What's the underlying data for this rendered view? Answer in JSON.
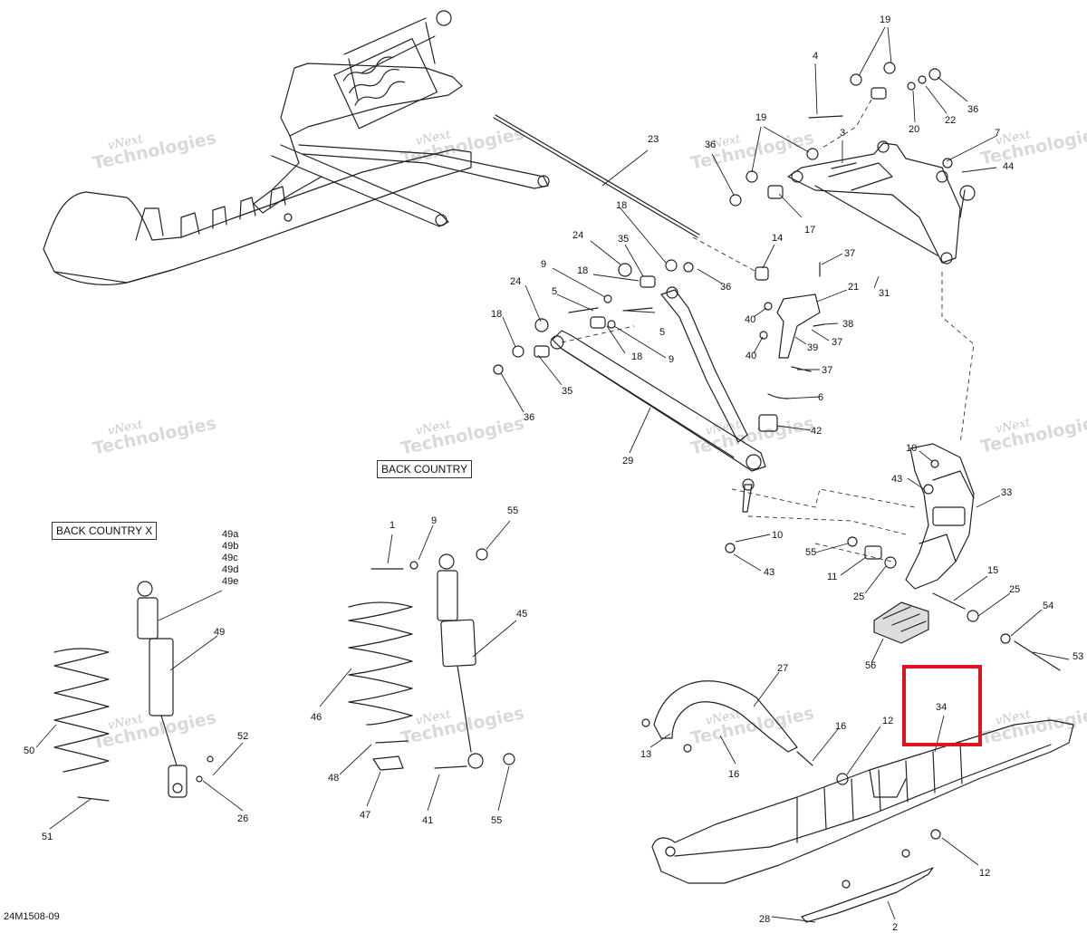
{
  "labels": {
    "back_country": "BACK COUNTRY",
    "back_country_x": "BACK COUNTRY X",
    "reference": "24M1508-09"
  },
  "watermark": {
    "line1": "vNext",
    "line2": "Technologies"
  },
  "highlight": {
    "part": "34",
    "color": "#e0141e"
  },
  "callouts": [
    {
      "id": "c19a",
      "text": "19"
    },
    {
      "id": "c4",
      "text": "4"
    },
    {
      "id": "c36a",
      "text": "36"
    },
    {
      "id": "c22",
      "text": "22"
    },
    {
      "id": "c20",
      "text": "20"
    },
    {
      "id": "c23",
      "text": "23"
    },
    {
      "id": "c19b",
      "text": "19"
    },
    {
      "id": "c3",
      "text": "3"
    },
    {
      "id": "c36b",
      "text": "36"
    },
    {
      "id": "c7",
      "text": "7"
    },
    {
      "id": "c44",
      "text": "44"
    },
    {
      "id": "c17",
      "text": "17"
    },
    {
      "id": "c18a",
      "text": "18"
    },
    {
      "id": "c24a",
      "text": "24"
    },
    {
      "id": "c35a",
      "text": "35"
    },
    {
      "id": "c9a",
      "text": "9"
    },
    {
      "id": "c18b",
      "text": "18"
    },
    {
      "id": "c36c",
      "text": "36"
    },
    {
      "id": "c14",
      "text": "14"
    },
    {
      "id": "c37a",
      "text": "37"
    },
    {
      "id": "c31",
      "text": "31"
    },
    {
      "id": "c24b",
      "text": "24"
    },
    {
      "id": "c5a",
      "text": "5"
    },
    {
      "id": "c21",
      "text": "21"
    },
    {
      "id": "c40a",
      "text": "40"
    },
    {
      "id": "c38",
      "text": "38"
    },
    {
      "id": "c18c",
      "text": "18"
    },
    {
      "id": "c5b",
      "text": "5"
    },
    {
      "id": "c39",
      "text": "39"
    },
    {
      "id": "c37b",
      "text": "37"
    },
    {
      "id": "c40b",
      "text": "40"
    },
    {
      "id": "c18d",
      "text": "18"
    },
    {
      "id": "c9b",
      "text": "9"
    },
    {
      "id": "c37c",
      "text": "37"
    },
    {
      "id": "c35b",
      "text": "35"
    },
    {
      "id": "c6",
      "text": "6"
    },
    {
      "id": "c36d",
      "text": "36"
    },
    {
      "id": "c42",
      "text": "42"
    },
    {
      "id": "c29",
      "text": "29"
    },
    {
      "id": "c10a",
      "text": "10"
    },
    {
      "id": "c43a",
      "text": "43"
    },
    {
      "id": "c33",
      "text": "33"
    },
    {
      "id": "c49a",
      "text": "49a"
    },
    {
      "id": "c49b",
      "text": "49b"
    },
    {
      "id": "c49c",
      "text": "49c"
    },
    {
      "id": "c49d",
      "text": "49d"
    },
    {
      "id": "c49e",
      "text": "49e"
    },
    {
      "id": "c1",
      "text": "1"
    },
    {
      "id": "c9c",
      "text": "9"
    },
    {
      "id": "c55a",
      "text": "55"
    },
    {
      "id": "c10b",
      "text": "10"
    },
    {
      "id": "c55b",
      "text": "55"
    },
    {
      "id": "c43b",
      "text": "43"
    },
    {
      "id": "c11",
      "text": "11"
    },
    {
      "id": "c15",
      "text": "15"
    },
    {
      "id": "c25a",
      "text": "25"
    },
    {
      "id": "c25b",
      "text": "25"
    },
    {
      "id": "c54",
      "text": "54"
    },
    {
      "id": "c53",
      "text": "53"
    },
    {
      "id": "c45",
      "text": "45"
    },
    {
      "id": "c49",
      "text": "49"
    },
    {
      "id": "c56",
      "text": "56"
    },
    {
      "id": "c27",
      "text": "27"
    },
    {
      "id": "c34",
      "text": "34"
    },
    {
      "id": "c46",
      "text": "46"
    },
    {
      "id": "c50",
      "text": "50"
    },
    {
      "id": "c52",
      "text": "52"
    },
    {
      "id": "c16a",
      "text": "16"
    },
    {
      "id": "c12a",
      "text": "12"
    },
    {
      "id": "c48",
      "text": "48"
    },
    {
      "id": "c13",
      "text": "13"
    },
    {
      "id": "c16b",
      "text": "16"
    },
    {
      "id": "c47",
      "text": "47"
    },
    {
      "id": "c41",
      "text": "41"
    },
    {
      "id": "c55c",
      "text": "55"
    },
    {
      "id": "c26",
      "text": "26"
    },
    {
      "id": "c51",
      "text": "51"
    },
    {
      "id": "c12b",
      "text": "12"
    },
    {
      "id": "c28",
      "text": "28"
    },
    {
      "id": "c2",
      "text": "2"
    }
  ]
}
